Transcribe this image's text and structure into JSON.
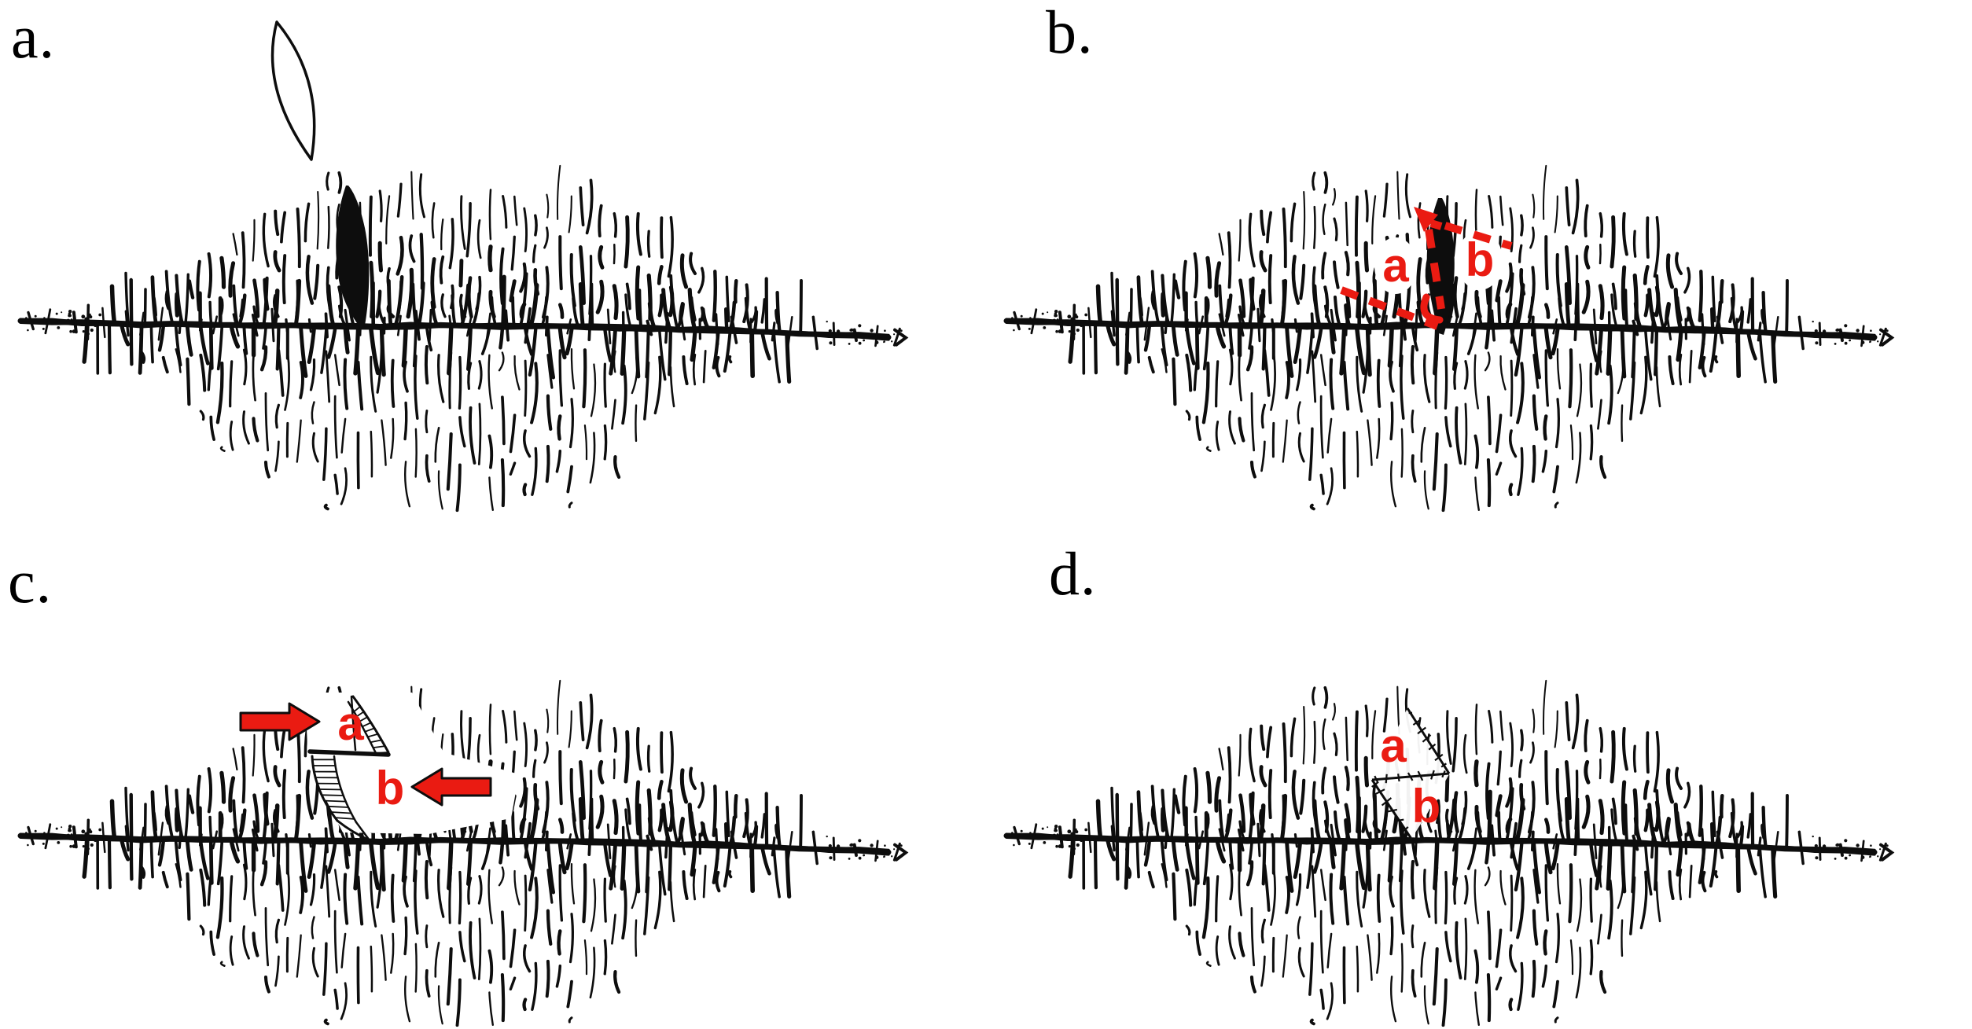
{
  "figure": {
    "background": "#ffffff",
    "ink_color": "#0d0d0d",
    "annotation_color": "#ea1b12",
    "icons": {
      "arrow_right": "block-arrow-right",
      "arrow_left": "block-arrow-left",
      "direction_arrow": "dashed-arrow-up-left"
    },
    "panels": {
      "a": {
        "label": "a."
      },
      "b": {
        "label": "b.",
        "annotations": {
          "a": "a",
          "b": "b"
        }
      },
      "c": {
        "label": "c.",
        "annotations": {
          "a": "a",
          "b": "b"
        }
      },
      "d": {
        "label": "d.",
        "annotations": {
          "a": "a",
          "b": "b"
        }
      }
    }
  }
}
